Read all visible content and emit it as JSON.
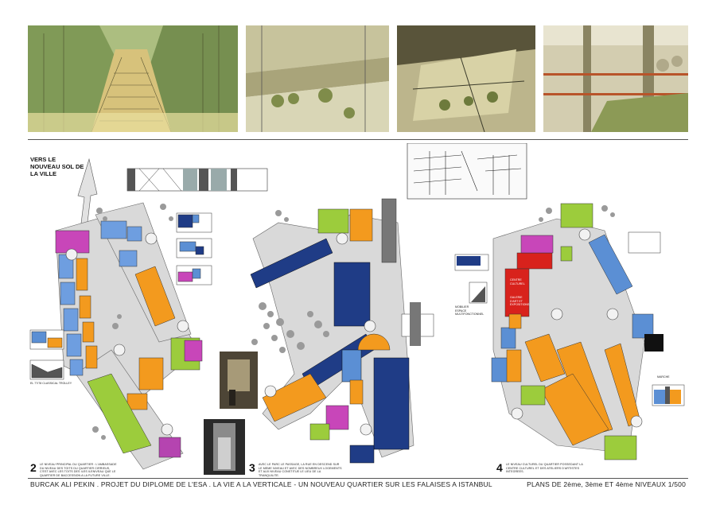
{
  "header_label": "VERS LE NOUVEAU SOL DE LA VILLE",
  "plans": [
    {
      "number": "2",
      "caption": "LE NIVEAU PRINCIPAL DU QUARTIER : L'AMBASSADE DU NIVEAU DES TOITS DU QUARTIER CIRRIEUS, C'EST AVEC LES TOITS DES ILES ILENIVEAU QUE LE QUARTIER DE BACCESSION A LA FUTURE VILLE."
    },
    {
      "number": "3",
      "caption": "AVEC LE PARC LE PASSAGE, LA RUE EN DESCEND SUR LE MEME NIVEAU ET AVEC DES NOMBREUX LOGEMENTS ET AUX NIVEAU CONSTITUE LE LIEU DE LA TRANQUILITE."
    },
    {
      "number": "4",
      "caption": "LE NIVEAU CULTUREL DU QUARTIER POSSEDANT LA CENTRE CULTUREL ET DES ATELIERS D'ARTISTES INTEGREES."
    }
  ],
  "annotations": {
    "elevation_label": "EL 77/78 CLASSICAL TROLLEY",
    "section_label_1": "MOBILIER\nESPACE MULTIFONCTIONNEL",
    "marche_label": "MARCHE",
    "red_label_1": "CENTRE CULTUREL",
    "red_label_2": "GALERIE D'ART ET EXPOSITIONS"
  },
  "footer": {
    "left": "BURCAK ALI PEKIN . PROJET DU DIPLOME DE L'ESA . LA VIE A LA VERTICALE - UN NOUVEAU QUARTIER SUR LES FALAISES A ISTANBUL",
    "right": "PLANS DE 2ème, 3ème ET 4ème NIVEAUX 1/500"
  },
  "colors": {
    "orange": "#f39a1e",
    "blue": "#5b8fd4",
    "dark_blue": "#1f3c86",
    "magenta": "#c846b9",
    "green": "#9ccc3c",
    "red": "#d8221c",
    "pavement": "#d9d9d9",
    "tree": "#9a9a9a"
  }
}
